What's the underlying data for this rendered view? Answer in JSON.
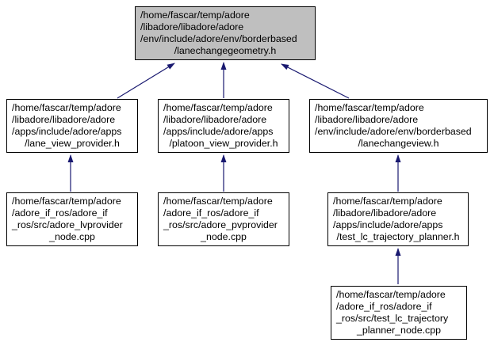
{
  "graph": {
    "type": "include-dependency-graph",
    "colors": {
      "edge": "#191970",
      "node_border": "#000000",
      "node_fill": "#ffffff",
      "highlight_fill": "#bfbfbf",
      "background": "#ffffff",
      "text": "#000000"
    },
    "nodes": [
      {
        "id": "lanechangegeometry.h",
        "highlighted": true,
        "lines": [
          "/home/fascar/temp/adore",
          "/libadore/libadore/adore",
          "/env/include/adore/env/borderbased",
          "/lanechangegeometry.h"
        ]
      },
      {
        "id": "lane_view_provider.h",
        "highlighted": false,
        "lines": [
          "/home/fascar/temp/adore",
          "/libadore/libadore/adore",
          "/apps/include/adore/apps",
          "/lane_view_provider.h"
        ]
      },
      {
        "id": "platoon_view_provider.h",
        "highlighted": false,
        "lines": [
          "/home/fascar/temp/adore",
          "/libadore/libadore/adore",
          "/apps/include/adore/apps",
          "/platoon_view_provider.h"
        ]
      },
      {
        "id": "lanechangeview.h",
        "highlighted": false,
        "lines": [
          "/home/fascar/temp/adore",
          "/libadore/libadore/adore",
          "/env/include/adore/env/borderbased",
          "/lanechangeview.h"
        ]
      },
      {
        "id": "adore_lvprovider_node.cpp",
        "highlighted": false,
        "lines": [
          "/home/fascar/temp/adore",
          "/adore_if_ros/adore_if",
          "_ros/src/adore_lvprovider",
          "_node.cpp"
        ]
      },
      {
        "id": "adore_pvprovider_node.cpp",
        "highlighted": false,
        "lines": [
          "/home/fascar/temp/adore",
          "/adore_if_ros/adore_if",
          "_ros/src/adore_pvprovider",
          "_node.cpp"
        ]
      },
      {
        "id": "test_lc_trajectory_planner.h",
        "highlighted": false,
        "lines": [
          "/home/fascar/temp/adore",
          "/libadore/libadore/adore",
          "/apps/include/adore/apps",
          "/test_lc_trajectory_planner.h"
        ]
      },
      {
        "id": "test_lc_trajectory_planner_node.cpp",
        "highlighted": false,
        "lines": [
          "/home/fascar/temp/adore",
          "/adore_if_ros/adore_if",
          "_ros/src/test_lc_trajectory",
          "_planner_node.cpp"
        ]
      }
    ],
    "edges": [
      {
        "from": "lane_view_provider.h",
        "to": "lanechangegeometry.h"
      },
      {
        "from": "platoon_view_provider.h",
        "to": "lanechangegeometry.h"
      },
      {
        "from": "lanechangeview.h",
        "to": "lanechangegeometry.h"
      },
      {
        "from": "adore_lvprovider_node.cpp",
        "to": "lane_view_provider.h"
      },
      {
        "from": "adore_pvprovider_node.cpp",
        "to": "platoon_view_provider.h"
      },
      {
        "from": "test_lc_trajectory_planner.h",
        "to": "lanechangeview.h"
      },
      {
        "from": "test_lc_trajectory_planner_node.cpp",
        "to": "test_lc_trajectory_planner.h"
      }
    ]
  }
}
